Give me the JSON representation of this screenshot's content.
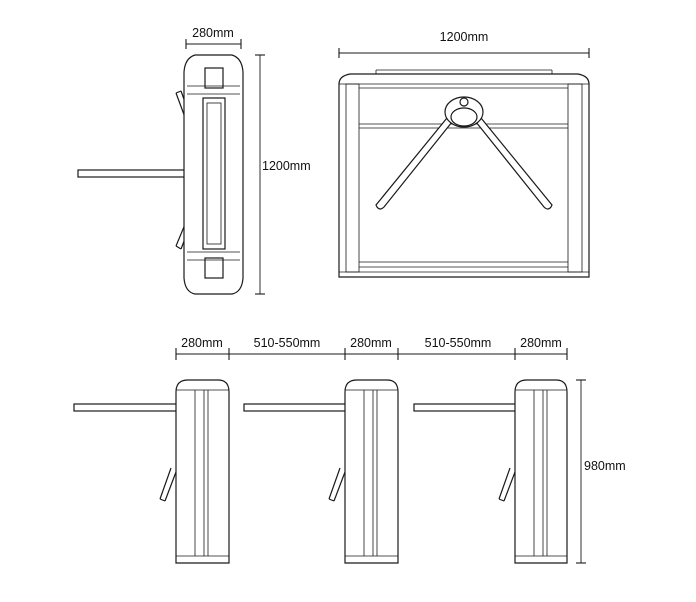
{
  "top_view": {
    "width_label": "280mm",
    "length_label": "1200mm"
  },
  "front_view": {
    "width_label": "1200mm"
  },
  "side_views": {
    "gap_labels": [
      "280mm",
      "510-550mm",
      "280mm",
      "510-550mm",
      "280mm"
    ],
    "height_label": "980mm"
  },
  "colors": {
    "line": "#1a1a1a",
    "background": "#ffffff"
  }
}
